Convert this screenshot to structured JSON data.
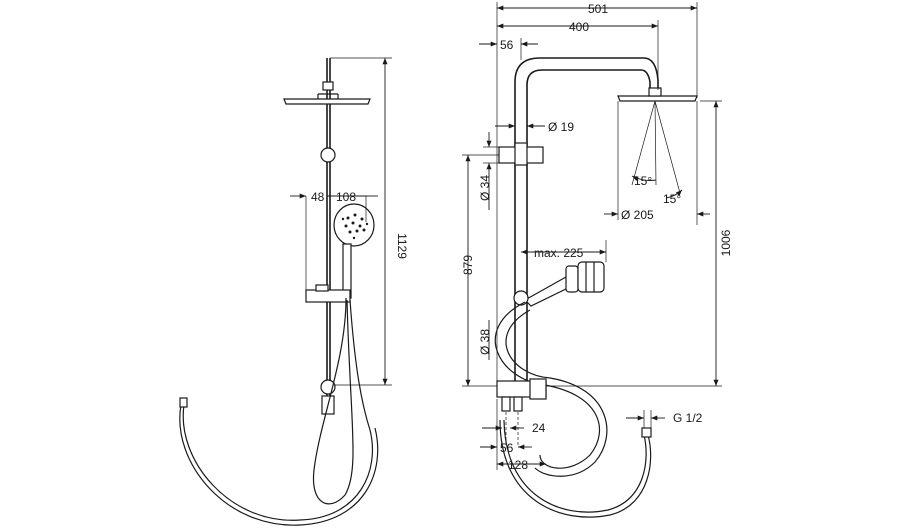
{
  "dimensions": {
    "side_view": {
      "spacing_48": "48",
      "spacing_108": "108",
      "total_height": "1129"
    },
    "front_view": {
      "total_width": "501",
      "arm_reach": "400",
      "arm_offset": "56",
      "pipe_diameter": "Ø 19",
      "holder_diameter": "Ø 34",
      "angle_left": "15°",
      "angle_right": "15°",
      "head_diameter": "Ø 205",
      "rail_height": "879",
      "max_reach": "max. 225",
      "shower_height": "1006",
      "thermostat_diameter": "Ø 38",
      "connection_thread": "G 1/2",
      "valve_spacing": "24",
      "connection_spacing": "56",
      "connection_width": "128"
    }
  }
}
